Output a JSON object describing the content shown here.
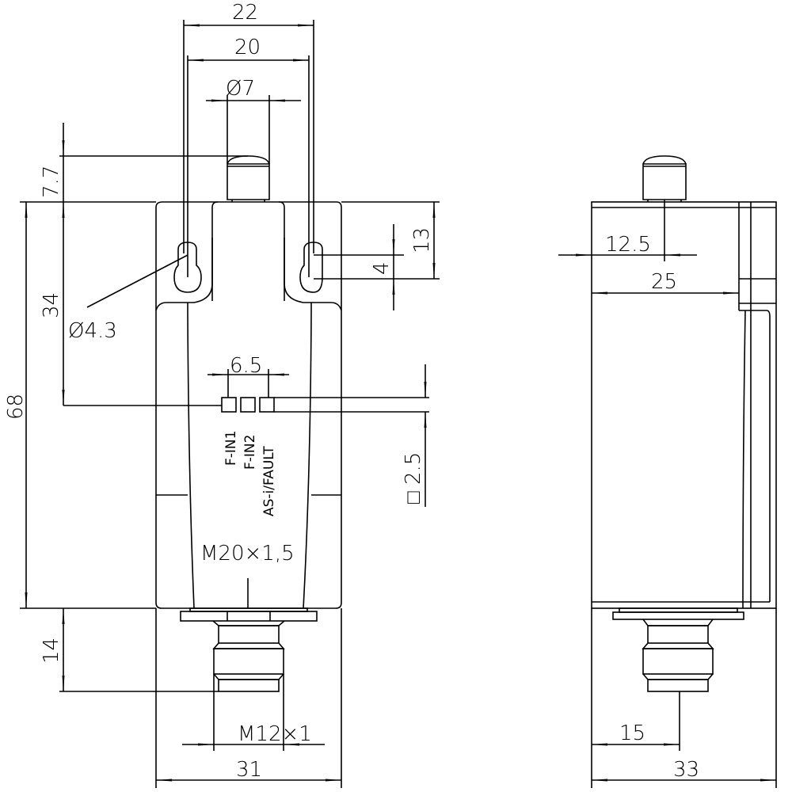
{
  "front_view": {
    "dims": {
      "width_22": "22",
      "width_20": "20",
      "dia_7": "Ø7",
      "height_7_7": "7.7",
      "height_68": "68",
      "height_34": "34",
      "height_14": "14",
      "height_13": "13",
      "slot_4": "4",
      "hole_dia": "Ø4.3",
      "pitch_6_5": "6.5",
      "led_2_5": "□ 2.5",
      "width_31": "31"
    },
    "leds": [
      "F-IN1",
      "F-IN2",
      "AS-i/FAULT"
    ],
    "thread_body": "M20×1,5",
    "thread_connector": "M12×1"
  },
  "side_view": {
    "dims": {
      "offset_12_5": "12.5",
      "width_25": "25",
      "offset_15": "15",
      "depth_33": "33"
    }
  },
  "colors": {
    "line": "#000000",
    "background": "#ffffff"
  }
}
